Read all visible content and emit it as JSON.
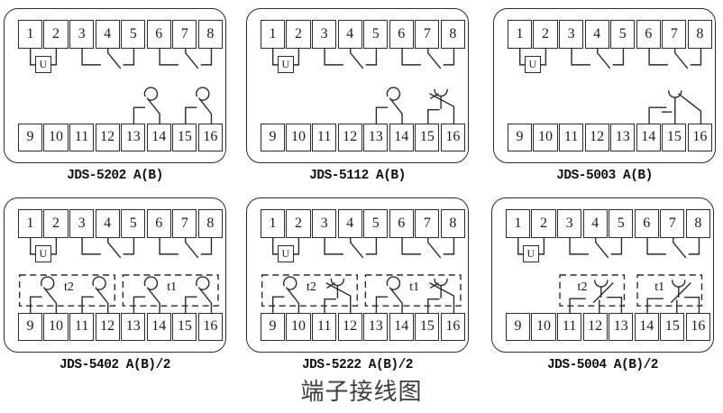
{
  "caption": "端子接线图",
  "colors": {
    "line": "#2b2b2b",
    "text": "#1c1c1c",
    "caption": "#3d3d3d",
    "background": "#ffffff"
  },
  "shared": {
    "top_terminals": [
      "1",
      "2",
      "3",
      "4",
      "5",
      "6",
      "7",
      "8"
    ],
    "bottom_terminals": [
      "9",
      "10",
      "11",
      "12",
      "13",
      "14",
      "15",
      "16"
    ],
    "voltage_label": "U",
    "top_symbols": [
      {
        "type": "u-coil",
        "terminals": [
          1,
          2
        ]
      },
      {
        "type": "changeover",
        "terminals": [
          3,
          4,
          5
        ]
      },
      {
        "type": "changeover",
        "terminals": [
          6,
          7,
          8
        ]
      }
    ]
  },
  "panels": [
    {
      "id": "jds-5202",
      "label": "JDS-5202 A(B)",
      "bottom_symbols": [
        {
          "type": "arc-delay",
          "terminals": [
            13,
            14
          ]
        },
        {
          "type": "arc-delay",
          "terminals": [
            15,
            16
          ]
        }
      ],
      "dashed_groups": []
    },
    {
      "id": "jds-5112",
      "label": "JDS-5112 A(B)",
      "bottom_symbols": [
        {
          "type": "arc-delay",
          "terminals": [
            13,
            14
          ]
        },
        {
          "type": "cup-delay",
          "terminals": [
            15,
            16
          ]
        }
      ],
      "dashed_groups": []
    },
    {
      "id": "jds-5003",
      "label": "JDS-5003 A(B)",
      "bottom_symbols": [
        {
          "type": "cup-changeover-r",
          "terminals": [
            14,
            15,
            16
          ]
        }
      ],
      "dashed_groups": []
    },
    {
      "id": "jds-5402",
      "label": "JDS-5402 A(B)/2",
      "bottom_symbols": [
        {
          "type": "arc-delay",
          "terminals": [
            9,
            10
          ]
        },
        {
          "type": "arc-delay",
          "terminals": [
            11,
            12
          ]
        },
        {
          "type": "arc-delay",
          "terminals": [
            13,
            14
          ]
        },
        {
          "type": "arc-delay",
          "terminals": [
            15,
            16
          ]
        }
      ],
      "dashed_groups": [
        {
          "label": "t2",
          "from": 9,
          "to": 12,
          "label_between": [
            10,
            11
          ]
        },
        {
          "label": "t1",
          "from": 13,
          "to": 16,
          "label_between": [
            14,
            15
          ]
        }
      ]
    },
    {
      "id": "jds-5222",
      "label": "JDS-5222 A(B)/2",
      "bottom_symbols": [
        {
          "type": "arc-delay",
          "terminals": [
            9,
            10
          ]
        },
        {
          "type": "cup-delay",
          "terminals": [
            11,
            12
          ]
        },
        {
          "type": "arc-delay",
          "terminals": [
            13,
            14
          ]
        },
        {
          "type": "cup-delay",
          "terminals": [
            15,
            16
          ]
        }
      ],
      "dashed_groups": [
        {
          "label": "t2",
          "from": 9,
          "to": 12,
          "label_between": [
            10,
            11
          ]
        },
        {
          "label": "t1",
          "from": 13,
          "to": 16,
          "label_between": [
            14,
            15
          ]
        }
      ]
    },
    {
      "id": "jds-5004",
      "label": "JDS-5004 A(B)/2",
      "bottom_symbols": [
        {
          "type": "cup-changeover-l",
          "terminals": [
            11,
            12,
            13
          ]
        },
        {
          "type": "cup-changeover-l",
          "terminals": [
            14,
            15,
            16
          ]
        }
      ],
      "dashed_groups": [
        {
          "label": "t2",
          "from": 11,
          "to": 13,
          "label_between": [
            11,
            12
          ]
        },
        {
          "label": "t1",
          "from": 14,
          "to": 16,
          "label_between": [
            14,
            15
          ]
        }
      ]
    }
  ]
}
